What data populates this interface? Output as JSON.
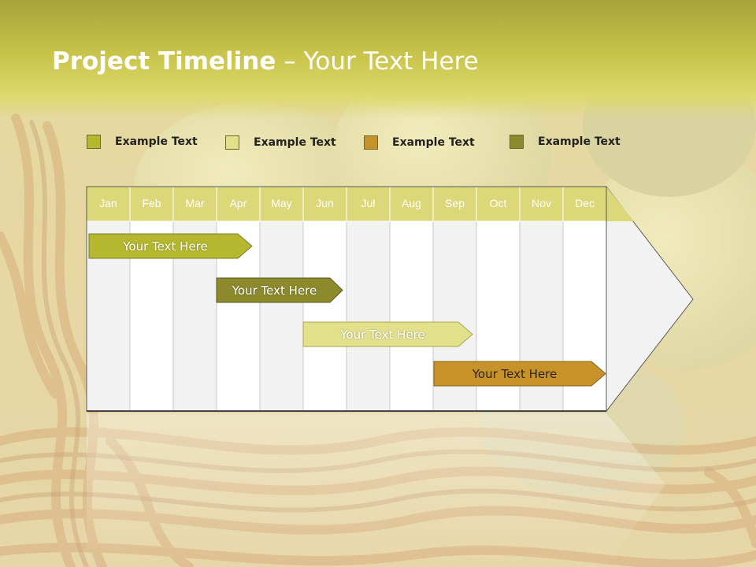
{
  "slide": {
    "title_main": "Project Timeline",
    "title_rest": " – Your Text Here"
  },
  "legend": [
    {
      "label": "Example Text",
      "color": "#b5b82e"
    },
    {
      "label": "Example Text",
      "color": "#e3e08c"
    },
    {
      "label": "Example Text",
      "color": "#c8922a"
    },
    {
      "label": "Example Text",
      "color": "#8c8a2c"
    }
  ],
  "months": [
    "Jan",
    "Feb",
    "Mar",
    "Apr",
    "May",
    "Jun",
    "Jul",
    "Aug",
    "Sep",
    "Oct",
    "Nov",
    "Dec"
  ],
  "tasks": [
    {
      "label": "Your  Text Here",
      "color": "#b5b82e"
    },
    {
      "label": "Your  Text Here",
      "color": "#8c8a2c"
    },
    {
      "label": "Your  Text Here",
      "color": "#e3e08c"
    },
    {
      "label": "Your  Text Here",
      "color": "#c8922a"
    }
  ],
  "colors": {
    "header": "#c8c34a",
    "month_header": "#dcd87a",
    "column_light": "#f2f2f2",
    "column_white": "#ffffff"
  }
}
